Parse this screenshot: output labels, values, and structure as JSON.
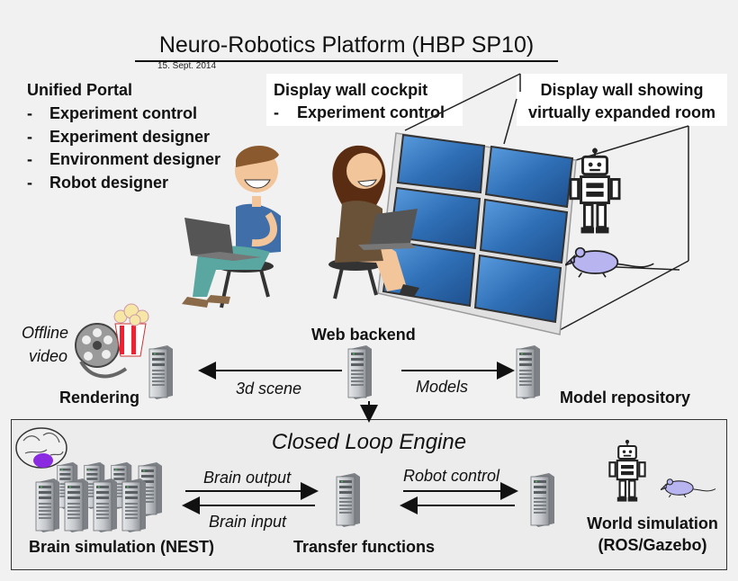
{
  "title": "Neuro-Robotics Platform (HBP SP10)",
  "date": "15. Sept. 2014",
  "unified_portal": {
    "title": "Unified Portal",
    "items": [
      "Experiment control",
      "Experiment designer",
      "Environment designer",
      "Robot designer"
    ]
  },
  "cockpit": {
    "title": "Display wall cockpit",
    "items": [
      "Experiment control"
    ]
  },
  "expanded": {
    "line1": "Display wall showing",
    "line2": "virtually expanded room"
  },
  "nodes": {
    "offline_video": [
      "Offline",
      "video"
    ],
    "rendering": "Rendering",
    "web_backend": "Web backend",
    "model_repository": "Model repository",
    "brain_simulation": "Brain simulation (NEST)",
    "transfer_functions": "Transfer functions",
    "world_simulation": [
      "World simulation",
      "(ROS/Gazebo)"
    ]
  },
  "edges": {
    "scene": "3d scene",
    "models": "Models",
    "brain_output": "Brain output",
    "brain_input": "Brain input",
    "robot_control": "Robot control"
  },
  "closed_loop_engine": "Closed Loop Engine",
  "colors": {
    "screen": "#2f6fb6",
    "server": "#c9ccd0",
    "brain_highlight": "#8a2be2",
    "rat": "#b7b4f0"
  }
}
